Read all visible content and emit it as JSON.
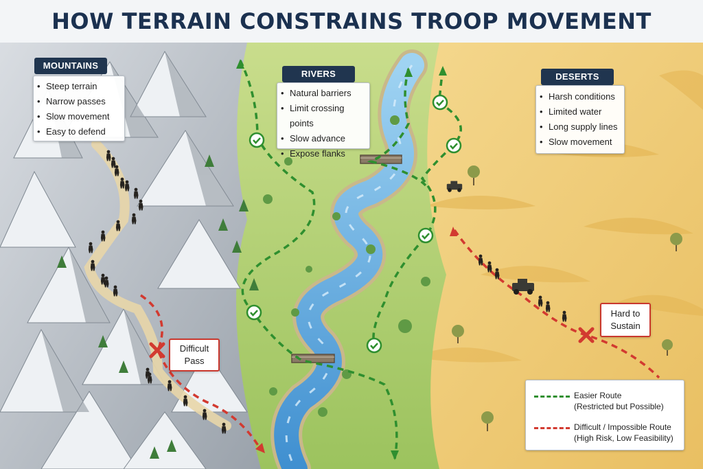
{
  "title": "HOW TERRAIN CONSTRAINS TROOP MOVEMENT",
  "colors": {
    "easier_route": "#2f8f2f",
    "difficult_route": "#d23a30",
    "header_bg": "#20354f",
    "title_text": "#1b3150",
    "river": "#5aa8de",
    "grass": "#a9cc6a",
    "sand": "#f0cd78",
    "rock": "#aeb4bb"
  },
  "panels": {
    "mountains": {
      "header": "MOUNTAINS",
      "items": [
        "Steep terrain",
        "Narrow passes",
        "Slow movement",
        "Easy to defend"
      ]
    },
    "rivers": {
      "header": "RIVERS",
      "items": [
        "Natural barriers",
        "Limit crossing points",
        "Slow advance",
        "Expose flanks"
      ]
    },
    "deserts": {
      "header": "DESERTS",
      "items": [
        "Harsh conditions",
        "Limited water",
        "Long supply lines",
        "Slow movement"
      ]
    }
  },
  "callouts": {
    "difficult_pass": "Difficult Pass",
    "hard_to_sustain": "Hard to Sustain"
  },
  "legend": {
    "easier": {
      "line1": "Easier Route",
      "line2": "(Restricted but Possible)"
    },
    "difficult": {
      "line1": "Difficult / Impossible Route",
      "line2": "(High Risk, Low Feasibility)"
    }
  },
  "icons": {
    "checkmark": "check-circle-icon",
    "blocked": "x-mark-icon",
    "soldier": "soldier-icon",
    "vehicle": "military-vehicle-icon",
    "tree": "tree-icon",
    "bridge": "bridge-icon"
  }
}
